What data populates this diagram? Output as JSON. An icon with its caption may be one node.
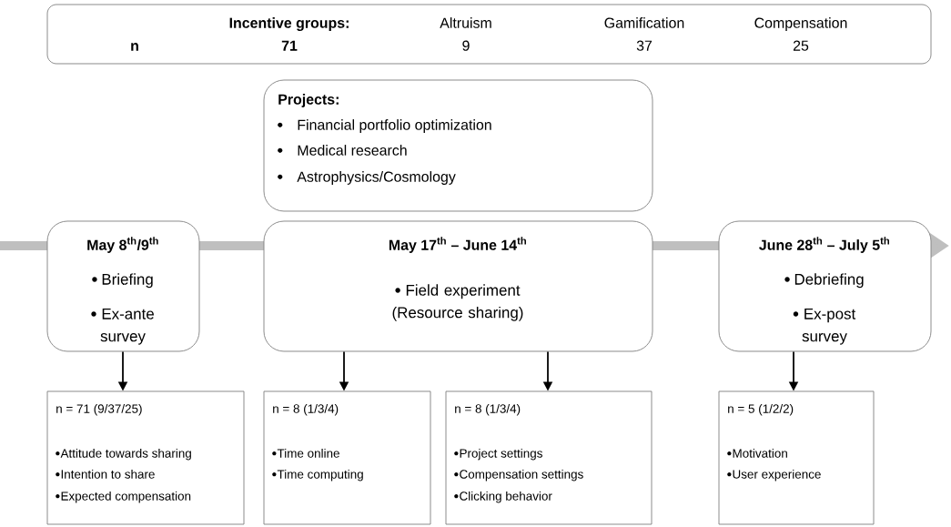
{
  "diagram": {
    "nodes": [
      {
        "text": [
          "Incentive groups:",
          "Altruism",
          "Gamification",
          "Compensation",
          "n",
          "71",
          "9",
          "37",
          "25"
        ]
      },
      {
        "text": [
          "Projects:",
          "Financial portfolio optimization",
          "Medical research",
          "Astrophysics/Cosmology"
        ]
      },
      {
        "text": [
          "May 8$^{th}$/9$^{th}$",
          "Briefing",
          "Ex-ante survey"
        ]
      },
      {
        "text": [
          "May 17$^{th}$ – June 14$^{th}$",
          "Field experiment (Resource sharing)"
        ]
      },
      {
        "text": [
          "June 28$^{th}$ – July 5$^{th}$",
          "Debriefing",
          "Ex-post survey"
        ]
      },
      {
        "text": [
          "n = 71 (9/37/25)",
          "Attitude towards sharing",
          "Intention to share",
          "Expected compensation"
        ]
      },
      {
        "text": [
          "n = 8 (1/3/4)",
          "Time online",
          "Time computing"
        ]
      },
      {
        "text": [
          "n = 8 (1/3/4)",
          "Project settings",
          "Compensation settings",
          "Clicking behavior"
        ]
      },
      {
        "text": [
          "n = 5 (1/2/2)",
          "Motivation",
          "User experience"
        ]
      }
    ],
    "edges": [
      {
        "from": 2,
        "to": 5,
        "arrow": "to"
      },
      {
        "from": 3,
        "to": 6,
        "arrow": "to"
      },
      {
        "from": 3,
        "to": 7,
        "arrow": "to"
      },
      {
        "from": 4,
        "to": 8,
        "arrow": "to"
      }
    ]
  }
}
